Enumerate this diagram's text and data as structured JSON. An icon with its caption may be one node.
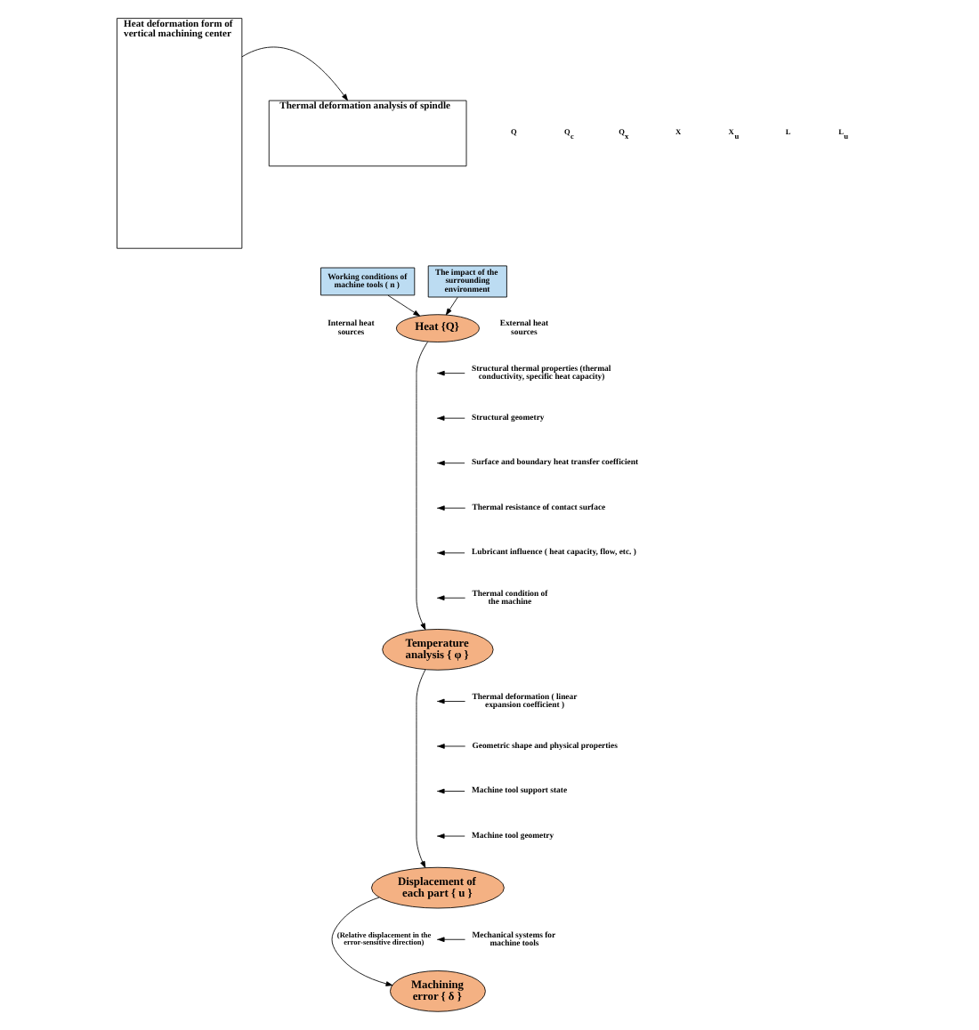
{
  "diagram": {
    "nodes": [
      {
        "text": [
          "Heat deformation form of vertical machining center"
        ]
      },
      {
        "text": [
          "Thermal deformation analysis of spindle"
        ]
      },
      {
        "text": [
          "Working conditions of machine tools ( n )"
        ]
      },
      {
        "text": [
          "The impact of the surrounding environment"
        ]
      },
      {
        "text": [
          "Heat {Q}"
        ],
        "beside": [
          "Internal heat sources",
          "External heat sources"
        ]
      },
      {
        "text": [
          "Structural thermal properties (thermal conductivity, specific heat capacity)"
        ]
      },
      {
        "text": [
          "Structural geometry"
        ]
      },
      {
        "text": [
          "Surface and boundary heat transfer coefficient"
        ]
      },
      {
        "text": [
          "Thermal resistance of contact surface"
        ]
      },
      {
        "text": [
          "Lubricant influence ( heat capacity, flow, etc. )"
        ]
      },
      {
        "text": [
          "Thermal condition of the machine"
        ]
      },
      {
        "text": [
          "Temperature analysis { φ }"
        ]
      },
      {
        "text": [
          "Thermal deformation ( linear expansion coefficient )"
        ]
      },
      {
        "text": [
          "Geometric shape and physical properties"
        ]
      },
      {
        "text": [
          "Machine tool support state"
        ]
      },
      {
        "text": [
          "Machine tool geometry"
        ]
      },
      {
        "text": [
          "Displacement of each part { u }"
        ]
      },
      {
        "text": [
          "Mechanical systems for machine tools"
        ]
      },
      {
        "text": [
          "Machining error { δ }"
        ]
      }
    ],
    "edges": [
      {
        "from": 0,
        "to": 1,
        "arrow": "to"
      },
      {
        "from": 2,
        "to": 4,
        "arrow": "to"
      },
      {
        "from": 3,
        "to": 4,
        "arrow": "to"
      },
      {
        "from": 4,
        "to": 11,
        "arrow": "to"
      },
      {
        "from": 5,
        "to": null,
        "arrow": "to"
      },
      {
        "from": 6,
        "to": null,
        "arrow": "to"
      },
      {
        "from": 7,
        "to": null,
        "arrow": "to"
      },
      {
        "from": 8,
        "to": null,
        "arrow": "to"
      },
      {
        "from": 9,
        "to": null,
        "arrow": "to"
      },
      {
        "from": 10,
        "to": null,
        "arrow": "to"
      },
      {
        "from": 11,
        "to": 16,
        "arrow": "to"
      },
      {
        "from": 12,
        "to": null,
        "arrow": "to"
      },
      {
        "from": 13,
        "to": null,
        "arrow": "to"
      },
      {
        "from": 14,
        "to": null,
        "arrow": "to"
      },
      {
        "from": 15,
        "to": null,
        "arrow": "to"
      },
      {
        "from": 16,
        "to": 18,
        "arrow": "to",
        "label": "(Relative displacement in the error-sensitive direction)"
      },
      {
        "from": 17,
        "to": null,
        "arrow": "to"
      }
    ],
    "labels": [
      "Q",
      "Q$_{c}$",
      "Q$_{x}$",
      "X",
      "X$_{u}$",
      "L",
      "L$_{u}$"
    ]
  }
}
